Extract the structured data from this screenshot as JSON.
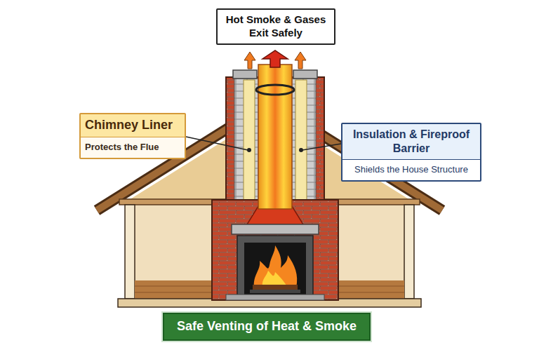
{
  "diagram": {
    "nodes": [
      {
        "text": [
          "Hot Smoke & Gases Exit Safely"
        ]
      },
      {
        "text": [
          "Chimney Liner",
          "Protects the Flue"
        ]
      },
      {
        "text": [
          "Insulation & Fireproof Barrier",
          "Shields the House Structure"
        ]
      },
      {
        "text": [
          "Safe Venting of Heat & Smoke"
        ]
      }
    ]
  }
}
